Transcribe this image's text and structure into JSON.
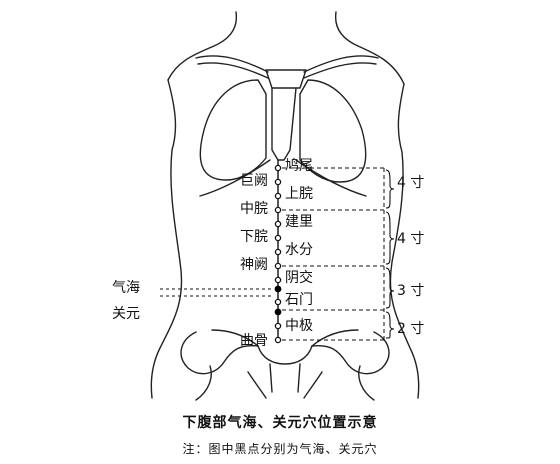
{
  "points_left": {
    "juque": "巨阙",
    "zhongwan": "中脘",
    "xiawan": "下脘",
    "shenque": "神阙",
    "qugu": "曲骨"
  },
  "points_right": {
    "jiuwei": "鸠尾",
    "shangwan": "上脘",
    "jianli": "建里",
    "shuifen": "水分",
    "yinjiao": "阴交",
    "shimen": "石门",
    "zhongji": "中极"
  },
  "highlighted": {
    "qihai": "气海",
    "guanyuan": "关元"
  },
  "measures": {
    "upper": "4 寸",
    "middle": "4 寸",
    "lower": "3 寸",
    "bottom": "2 寸"
  },
  "caption": {
    "title": "下腹部气海、关元穴位置示意",
    "note": "注：图中黑点分别为气海、关元穴"
  }
}
